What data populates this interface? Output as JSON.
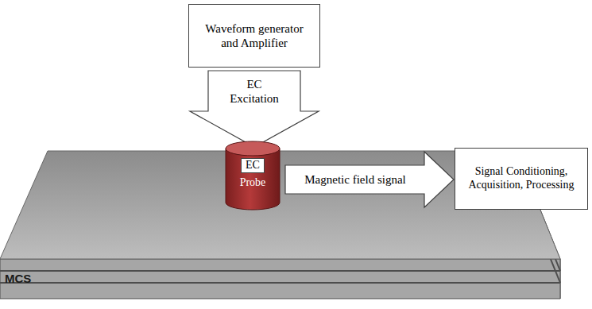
{
  "diagram": {
    "nodes": [
      {
        "text": [
          "Waveform generator and Amplifier"
        ]
      },
      {
        "text": [
          "EC Excitation"
        ]
      },
      {
        "text": [
          "MCS"
        ]
      },
      {
        "text": [
          "EC",
          "Probe"
        ],
        "in": 2
      },
      {
        "text": [
          "Magnetic field signal"
        ]
      },
      {
        "text": [
          "Signal Conditioning, Acquisition, Processing"
        ]
      }
    ]
  }
}
